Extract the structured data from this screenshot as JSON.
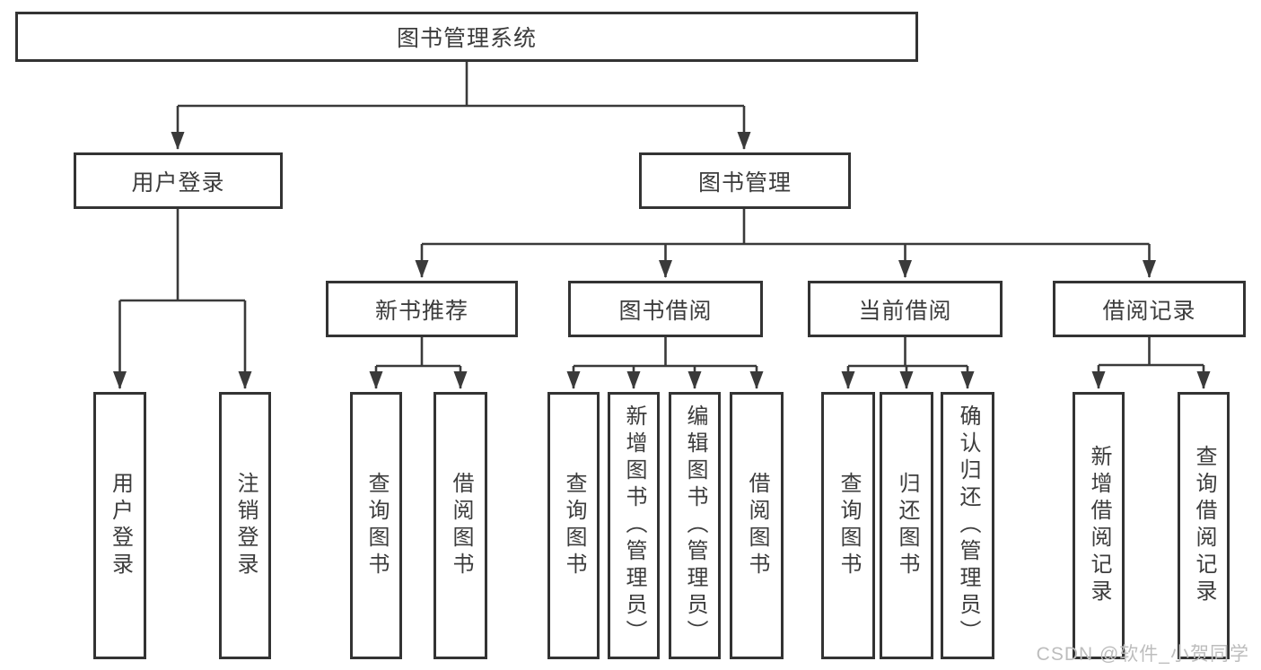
{
  "tree": {
    "label": "图书管理系统",
    "children": [
      {
        "label": "用户登录",
        "children": [
          {
            "label": "用户登录"
          },
          {
            "label": "注销登录"
          }
        ]
      },
      {
        "label": "图书管理",
        "children": [
          {
            "label": "新书推荐",
            "children": [
              {
                "label": "查询图书"
              },
              {
                "label": "借阅图书"
              }
            ]
          },
          {
            "label": "图书借阅",
            "children": [
              {
                "label": "查询图书"
              },
              {
                "label": "新增图书（管理员）"
              },
              {
                "label": "编辑图书（管理员）"
              },
              {
                "label": "借阅图书"
              }
            ]
          },
          {
            "label": "当前借阅",
            "children": [
              {
                "label": "查询图书"
              },
              {
                "label": "归还图书"
              },
              {
                "label": "确认归还（管理员）"
              }
            ]
          },
          {
            "label": "借阅记录",
            "children": [
              {
                "label": "新增借阅记录"
              },
              {
                "label": "查询借阅记录"
              }
            ]
          }
        ]
      }
    ]
  },
  "watermark": {
    "text": "CSDN @软件_小贺同学"
  },
  "colors": {
    "line": "#3a3a3a",
    "border": "#333333",
    "text": "#3c3c3c",
    "watermark": "#bdbdbd"
  }
}
